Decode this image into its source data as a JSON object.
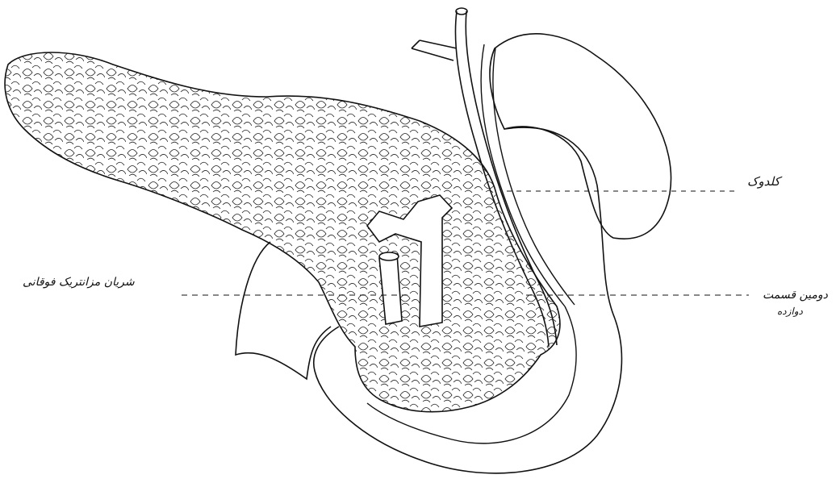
{
  "labels": {
    "common_bile_duct": "کلدوک",
    "superior_mesenteric_artery": "شریان مزانتریک فوقانی",
    "duodenum_line1": "دومین قسمت",
    "duodenum_line2": "دوازده"
  },
  "colors": {
    "ink": "#111111",
    "background": "#ffffff"
  }
}
